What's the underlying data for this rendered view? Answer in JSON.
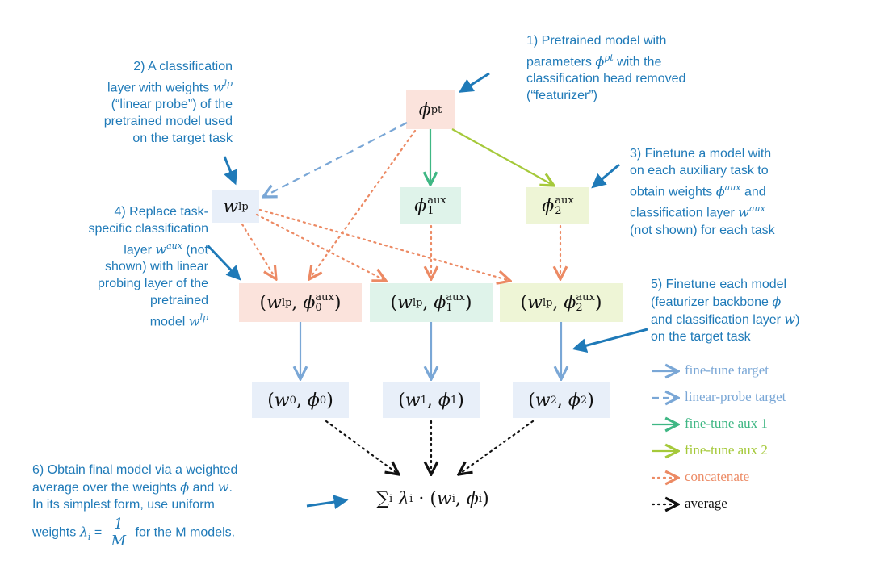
{
  "annotations": {
    "a1": {
      "lines": [
        "1) Pretrained model with",
        "parameters",
        "with the",
        "classification head removed",
        "(“featurizer”)"
      ],
      "symbol": "ϕ",
      "symbol_sup": "pt"
    },
    "a2": {
      "lines": [
        "2) A classification",
        "layer with weights",
        "(“linear probe”) of the",
        "pretrained model used",
        "on the target task"
      ],
      "symbol": "w",
      "symbol_sup": "lp"
    },
    "a3": {
      "lines": [
        "3) Finetune a model with",
        "on each auxiliary task to",
        "obtain weights",
        "and",
        "classification layer",
        "(not shown) for each task"
      ],
      "symbol": "ϕ",
      "symbol_sup": "aux",
      "symbol2": "w",
      "symbol2_sup": "aux"
    },
    "a4": {
      "lines": [
        "4) Replace task-",
        "specific classification",
        "layer",
        "(not",
        "shown) with linear",
        "probing layer of the",
        "pretrained",
        "model"
      ],
      "symbol": "w",
      "symbol_sup": "aux",
      "symbol2": "w",
      "symbol2_sup": "lp"
    },
    "a5": {
      "lines": [
        "5) Finetune each  model",
        "(featurizer backbone",
        "and classification layer",
        ")",
        "on the target task"
      ],
      "symbol": "ϕ",
      "symbol2": "w"
    },
    "a6": {
      "lines": [
        "6) Obtain final model via a weighted",
        "average over the weights",
        "and",
        ".",
        "In its simplest form, use uniform",
        "weights",
        "for the M models."
      ],
      "symbol": "ϕ",
      "symbol2": "w",
      "lambda": "λ",
      "lambda_sub": "i",
      "frac_num": "1",
      "frac_den": "M"
    }
  },
  "nodes": {
    "phi_pt": {
      "base": "ϕ",
      "sup": "pt"
    },
    "w_lp": {
      "base": "w",
      "sup": "lp"
    },
    "phi1_aux": {
      "base": "ϕ",
      "sup": "aux",
      "sub": "1"
    },
    "phi2_aux": {
      "base": "ϕ",
      "sup": "aux",
      "sub": "2"
    },
    "pair0": {
      "w": "w",
      "w_sup": "lp",
      "phi": "ϕ",
      "phi_sup": "aux",
      "phi_sub": "0"
    },
    "pair1": {
      "w": "w",
      "w_sup": "lp",
      "phi": "ϕ",
      "phi_sup": "aux",
      "phi_sub": "1"
    },
    "pair2": {
      "w": "w",
      "w_sup": "lp",
      "phi": "ϕ",
      "phi_sup": "aux",
      "phi_sub": "2"
    },
    "out0": {
      "w": "w",
      "w_sub": "0",
      "phi": "ϕ",
      "phi_sub": "0"
    },
    "out1": {
      "w": "w",
      "w_sub": "1",
      "phi": "ϕ",
      "phi_sub": "1"
    },
    "out2": {
      "w": "w",
      "w_sub": "2",
      "phi": "ϕ",
      "phi_sub": "2"
    },
    "final": {
      "sum": "∑",
      "sum_sub": "i",
      "lambda": "λ",
      "lambda_sub": "i",
      "dot": "·",
      "w": "w",
      "w_sub": "i",
      "phi": "ϕ",
      "phi_sub": "i"
    }
  },
  "legend": [
    {
      "label": "fine-tune target",
      "color": "#7aa7d6",
      "style": "solid"
    },
    {
      "label": "linear-probe target",
      "color": "#7aa7d6",
      "style": "dashed"
    },
    {
      "label": "fine-tune aux 1",
      "color": "#3fb784",
      "style": "solid"
    },
    {
      "label": "fine-tune aux 2",
      "color": "#a5c93a",
      "style": "solid"
    },
    {
      "label": "concatenate",
      "color": "#ec8a64",
      "style": "dotted"
    },
    {
      "label": "average",
      "color": "#111111",
      "style": "dotted"
    }
  ],
  "colors": {
    "annotation": "#1f7ab8",
    "pretrained_box": "#fbe3dc",
    "lp_box": "#e8eff9",
    "aux1_box": "#dff3ea",
    "aux2_box": "#eef5d6",
    "pair0_box": "#fbe3dc",
    "pair1_box": "#dff3ea",
    "pair2_box": "#eef5d6",
    "output_box": "#e8eff9"
  }
}
